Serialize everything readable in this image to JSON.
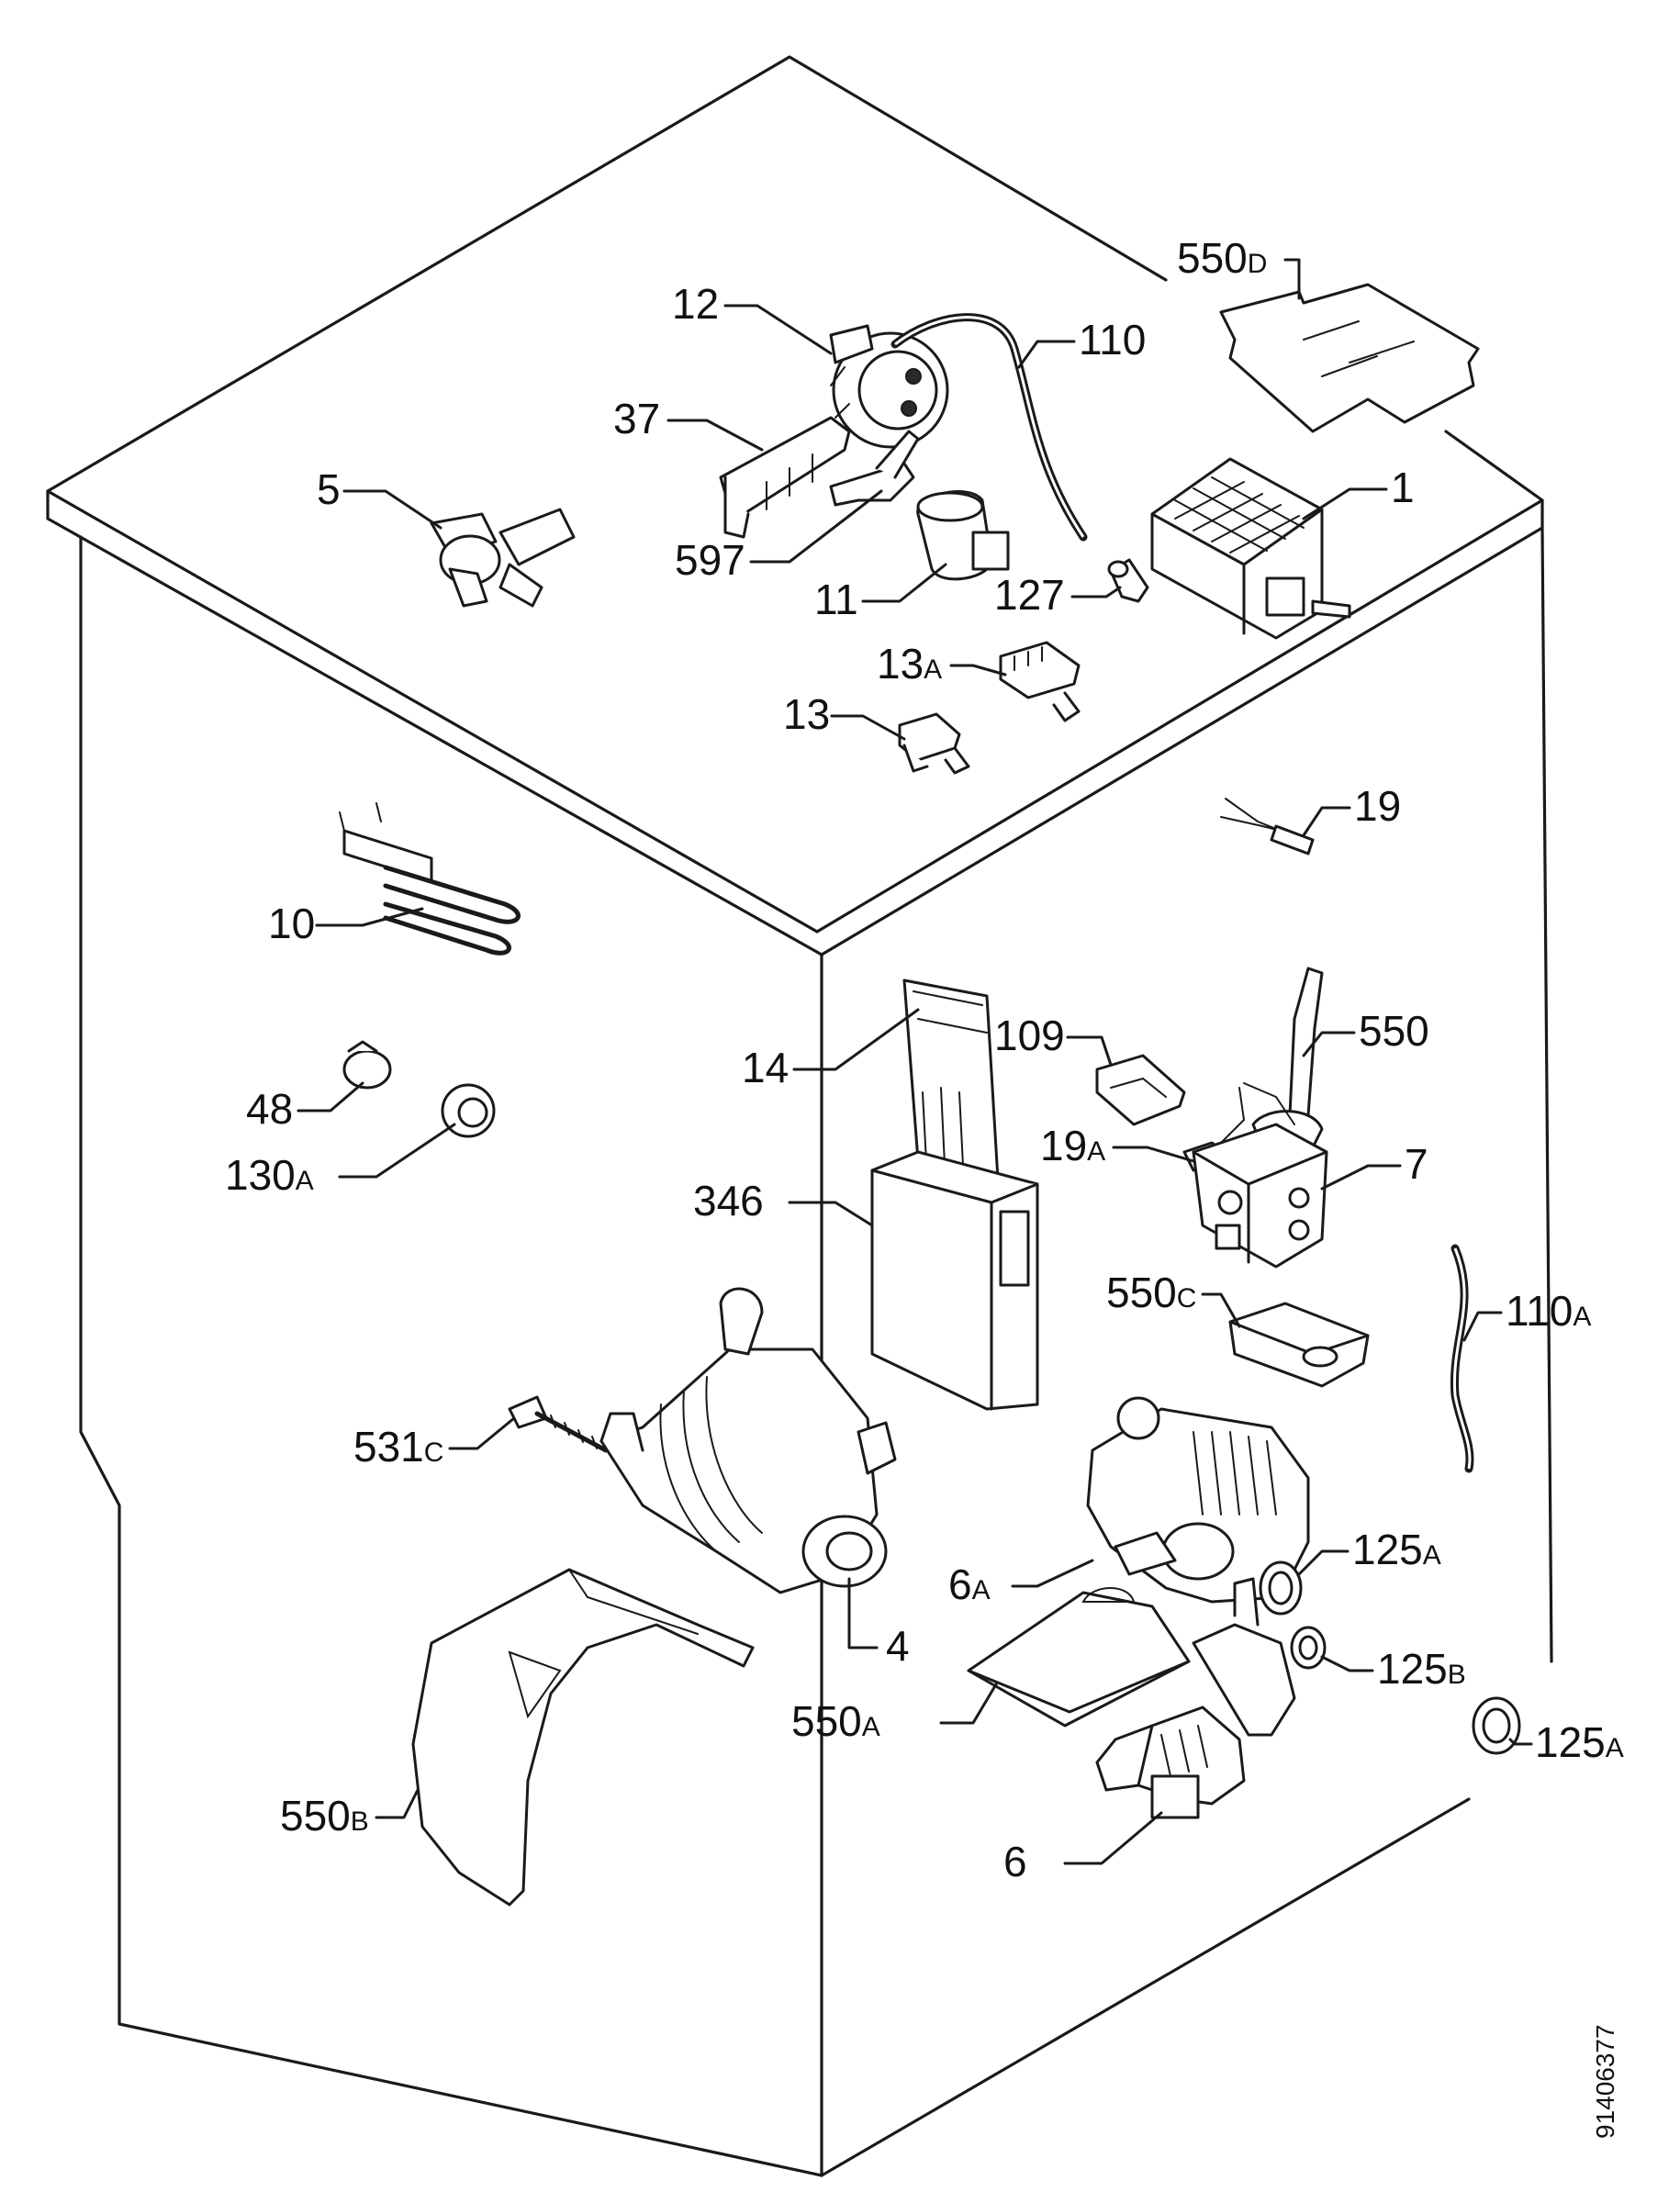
{
  "labels": {
    "l550D": {
      "main": "550",
      "suffix": "D"
    },
    "l12": {
      "main": "12"
    },
    "l110": {
      "main": "110"
    },
    "l37": {
      "main": "37"
    },
    "l1": {
      "main": "1"
    },
    "l5": {
      "main": "5"
    },
    "l597": {
      "main": "597"
    },
    "l11": {
      "main": "11"
    },
    "l127": {
      "main": "127"
    },
    "l13A": {
      "main": "13",
      "suffix": "A"
    },
    "l13": {
      "main": "13"
    },
    "l19": {
      "main": "19"
    },
    "l10": {
      "main": "10"
    },
    "l109": {
      "main": "109"
    },
    "l550": {
      "main": "550"
    },
    "l14": {
      "main": "14"
    },
    "l48": {
      "main": "48"
    },
    "l19A": {
      "main": "19",
      "suffix": "A"
    },
    "l130A": {
      "main": "130",
      "suffix": "A"
    },
    "l7": {
      "main": "7"
    },
    "l346": {
      "main": "346"
    },
    "l550C": {
      "main": "550",
      "suffix": "C"
    },
    "l110A": {
      "main": "110",
      "suffix": "A"
    },
    "l531C": {
      "main": "531",
      "suffix": "C"
    },
    "l125A_1": {
      "main": "125",
      "suffix": "A"
    },
    "l6A": {
      "main": "6",
      "suffix": "A"
    },
    "l4": {
      "main": "4"
    },
    "l125B": {
      "main": "125",
      "suffix": "B"
    },
    "l550A": {
      "main": "550",
      "suffix": "A"
    },
    "l125A_2": {
      "main": "125",
      "suffix": "A"
    },
    "l550B": {
      "main": "550",
      "suffix": "B"
    },
    "l6": {
      "main": "6"
    }
  },
  "reference_number": "91406377"
}
